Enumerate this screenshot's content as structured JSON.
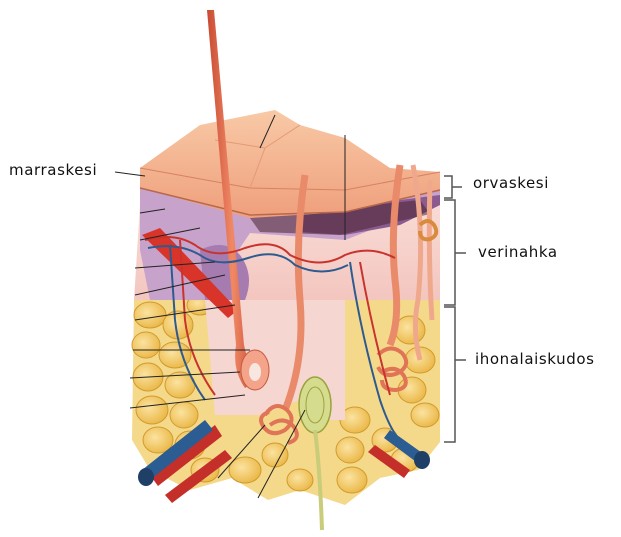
{
  "labels": {
    "epidermis": "marraskesi",
    "stratum_corneum": "orvaskesi",
    "dermis": "verinahka",
    "subcutis": "ihonalaiskudos"
  },
  "colors": {
    "epidermis_surface": "#f2b48f",
    "dermis": "#f6d2cc",
    "purple_layer": "#b68bbb",
    "fat": "#f1c25a",
    "hair": "#e06a4c",
    "artery": "#d2322f",
    "vein": "#2d5f93",
    "nerve_bulb": "#cfd88a"
  }
}
